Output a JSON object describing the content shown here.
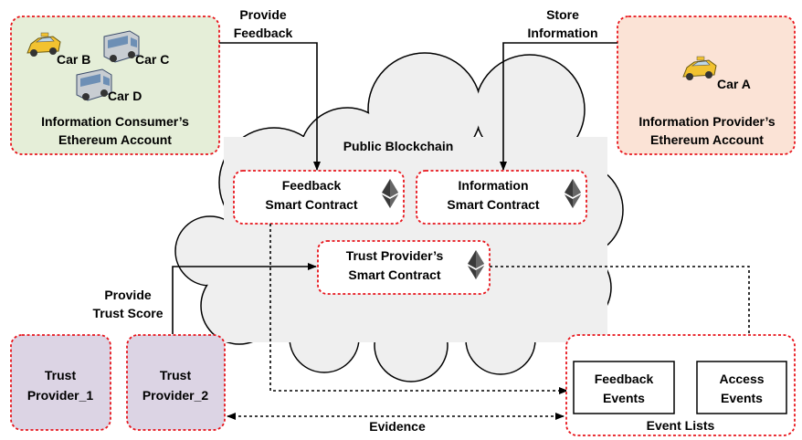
{
  "colors": {
    "red_dashed": "#e8141b",
    "consumer_fill": "#e5eed8",
    "provider_fill": "#fbe3d6",
    "trust_fill": "#dcd4e4",
    "cloud_fill": "#efefef",
    "ethereum": "#3a3a3a",
    "taxi": "#f2c230",
    "bus": "#c8cdd2"
  },
  "consumer": {
    "car_b": "Car B",
    "car_c": "Car C",
    "car_d": "Car D",
    "line1": "Information Consumer’s",
    "line2": "Ethereum Account"
  },
  "provider": {
    "car_a": "Car A",
    "line1": "Information Provider’s",
    "line2": "Ethereum Account"
  },
  "arrows": {
    "provide_feedback_1": "Provide",
    "provide_feedback_2": "Feedback",
    "store_information_1": "Store",
    "store_information_2": "Information",
    "provide_trust_1": "Provide",
    "provide_trust_2": "Trust Score",
    "evidence": "Evidence"
  },
  "cloud": {
    "title": "Public Blockchain"
  },
  "contracts": {
    "feedback_1": "Feedback",
    "feedback_2": "Smart Contract",
    "information_1": "Information",
    "information_2": "Smart Contract",
    "trust_1": "Trust Provider’s",
    "trust_2": "Smart Contract"
  },
  "trust_providers": {
    "tp1_1": "Trust",
    "tp1_2": "Provider_1",
    "tp2_1": "Trust",
    "tp2_2": "Provider_2"
  },
  "events": {
    "feedback_1": "Feedback",
    "feedback_2": "Events",
    "access_1": "Access",
    "access_2": "Events",
    "list_label": "Event Lists"
  },
  "icons": [
    "taxi-icon",
    "bus-icon",
    "ethereum-icon"
  ]
}
